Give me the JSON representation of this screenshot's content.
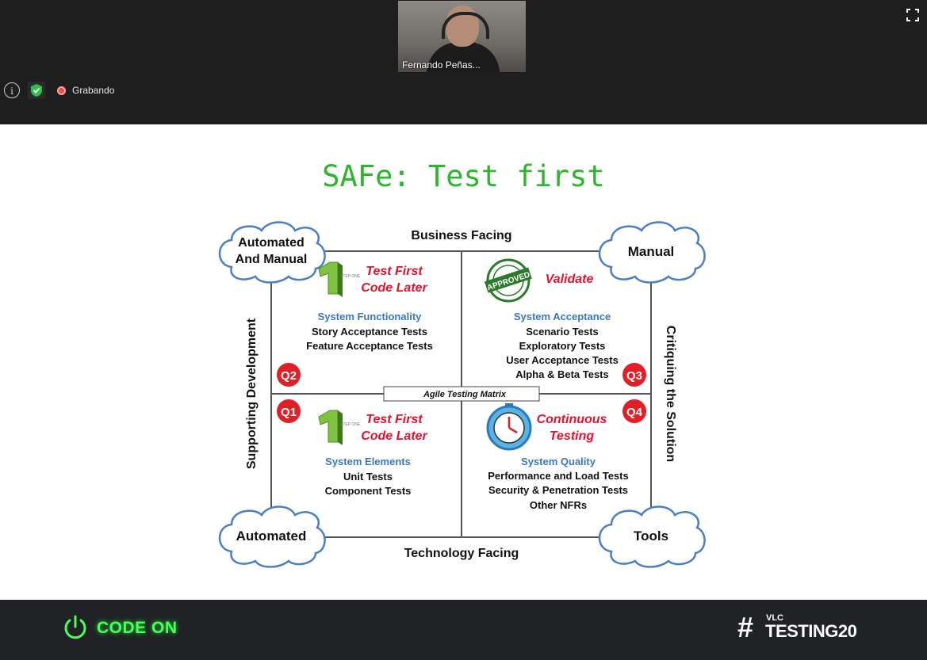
{
  "meeting": {
    "participant_name": "Fernando Peñas...",
    "recording_label": "Grabando",
    "icons": [
      "info-icon",
      "shield-check-icon",
      "record-icon",
      "fullscreen-icon"
    ]
  },
  "slide": {
    "title": "SAFe: Test first",
    "top_axis": "Business Facing",
    "bottom_axis": "Technology Facing",
    "left_axis": "Supporting Development",
    "right_axis": "Critiquing the Solution",
    "center_label": "Agile Testing Matrix",
    "clouds": {
      "top_left_line1": "Automated",
      "top_left_line2": "And Manual",
      "top_right": "Manual",
      "bottom_left": "Automated",
      "bottom_right": "Tools"
    },
    "quadrants": {
      "q2": {
        "badge": "Q2",
        "heading_line1": "Test First",
        "heading_line2": "Code Later",
        "icon_text": "STEP ONE",
        "category": "System Functionality",
        "items": [
          "Story Acceptance Tests",
          "Feature Acceptance Tests"
        ]
      },
      "q3": {
        "badge": "Q3",
        "heading_line1": "Validate",
        "icon_text": "APPROVED",
        "category": "System Acceptance",
        "items": [
          "Scenario Tests",
          "Exploratory Tests",
          "User Acceptance Tests",
          "Alpha & Beta Tests"
        ]
      },
      "q1": {
        "badge": "Q1",
        "heading_line1": "Test First",
        "heading_line2": "Code Later",
        "icon_text": "STEP ONE",
        "category": "System Elements",
        "items": [
          "Unit Tests",
          "Component Tests"
        ]
      },
      "q4": {
        "badge": "Q4",
        "heading_line1": "Continuous",
        "heading_line2": "Testing",
        "category": "System Quality",
        "items": [
          "Performance and Load Tests",
          "Security & Penetration Tests",
          "Other NFRs"
        ]
      }
    }
  },
  "footer": {
    "code_on": "CODE ON",
    "hashtag": "#",
    "hashtag_small": "VLC",
    "hashtag_main": "TESTING20"
  },
  "colors": {
    "title_green": "#2eb52e",
    "heading_red": "#e8112d",
    "category_blue": "#3a78c2",
    "badge_red": "#e01f26",
    "cloud_stroke": "#4a7fc6"
  }
}
